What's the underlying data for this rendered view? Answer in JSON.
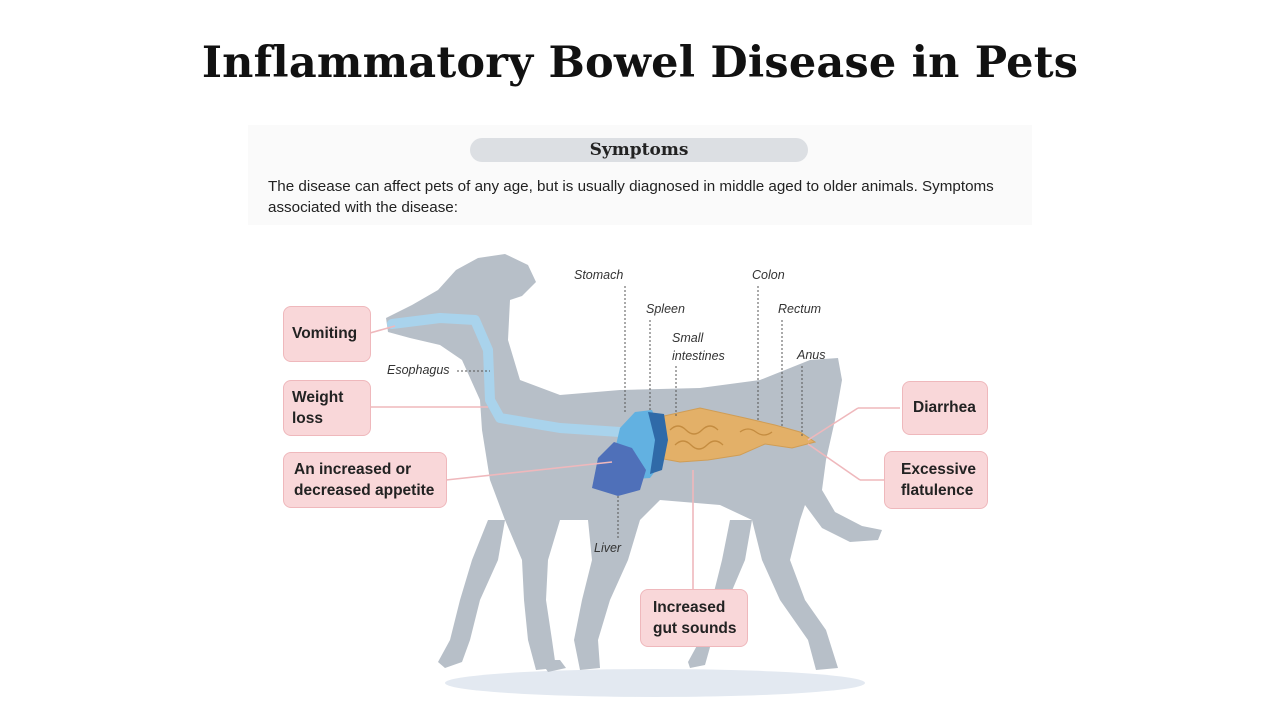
{
  "title": "Inflammatory Bowel Disease in Pets",
  "section": {
    "heading": "Symptoms",
    "intro": "The disease can affect pets of any age, but is usually diagnosed in middle aged to older animals. Symptoms associated with the disease:"
  },
  "symptoms": {
    "vomiting": "Vomiting",
    "weight_loss": "Weight loss",
    "appetite": "An increased or decreased appetite",
    "gut_sounds": "Increased gut sounds",
    "diarrhea": "Diarrhea",
    "flatulence": "Excessive flatulence"
  },
  "organs": {
    "esophagus": "Esophagus",
    "stomach": "Stomach",
    "spleen": "Spleen",
    "small_intestines": "Small intestines",
    "colon": "Colon",
    "rectum": "Rectum",
    "anus": "Anus",
    "liver": "Liver"
  },
  "colors": {
    "dog": "#b7bfc8",
    "symptom_box": "#f9d7d9",
    "stomach": "#62b1e1",
    "spleen": "#2f6aa8",
    "liver": "#4f70b9",
    "intestines": "#e3b068",
    "esophagus": "#a9d3ec"
  }
}
